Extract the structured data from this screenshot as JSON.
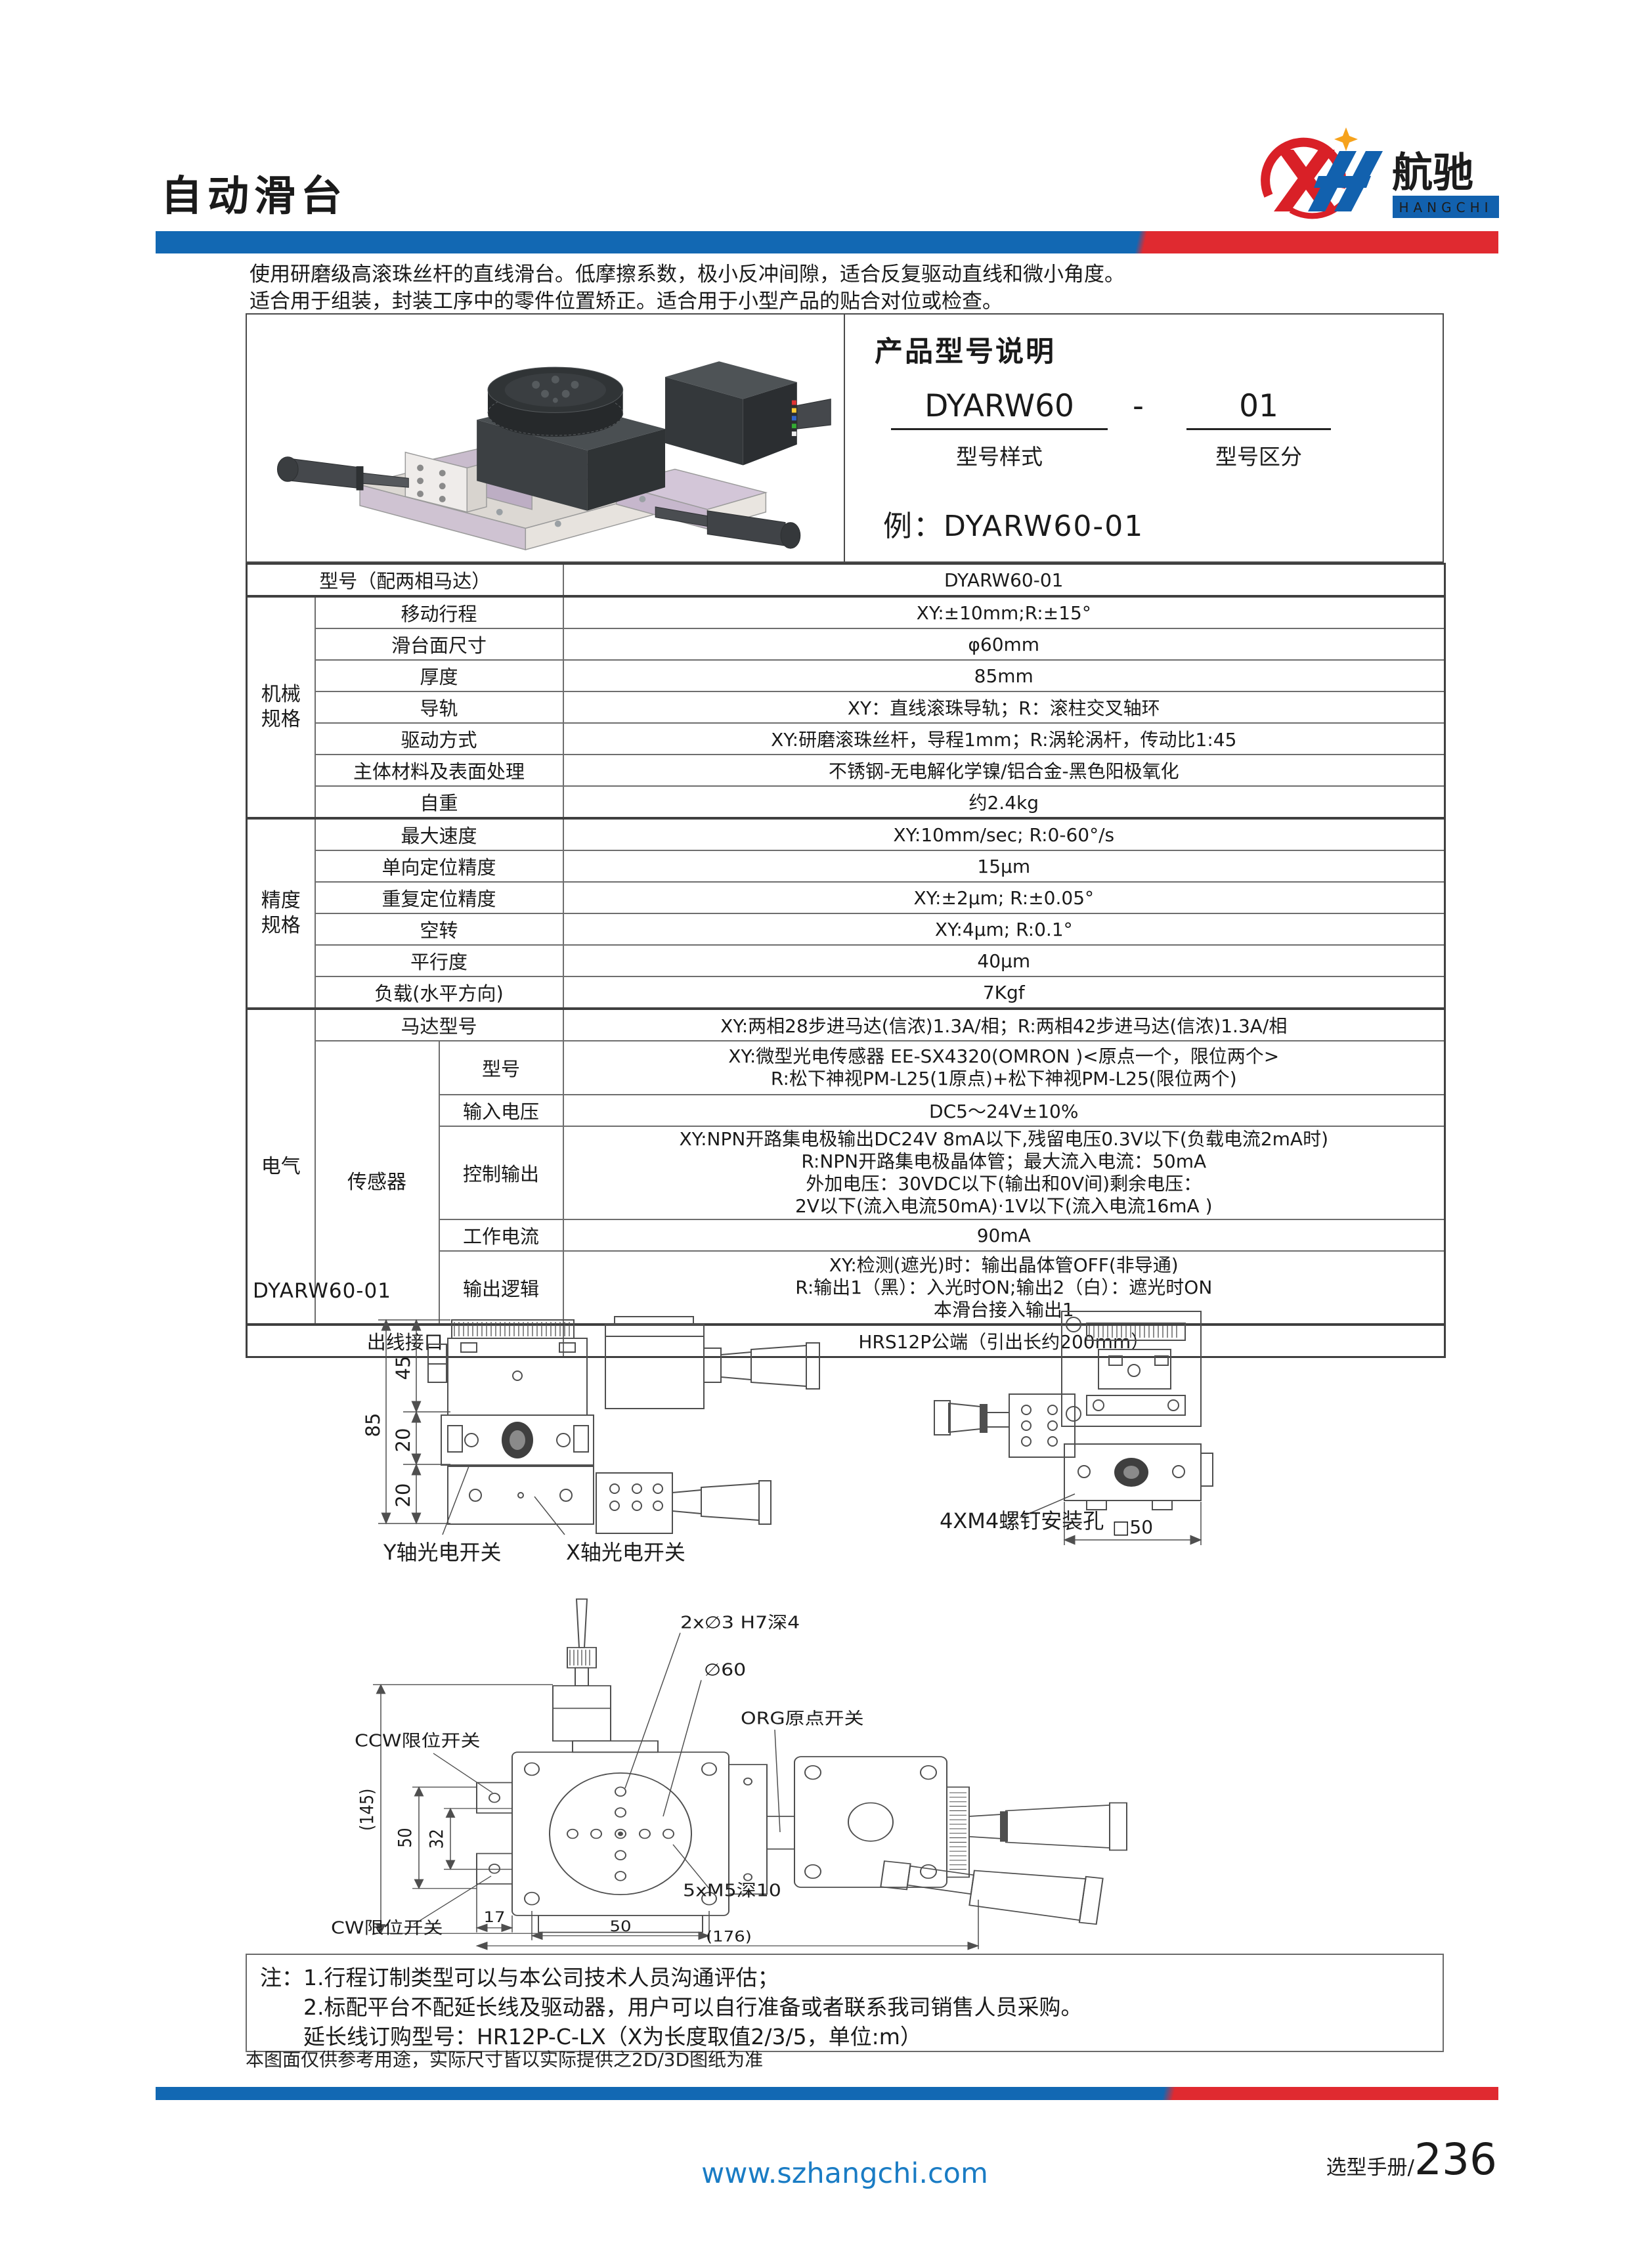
{
  "header": {
    "title": "自动滑台",
    "logo_cn": "航驰",
    "logo_en": "HANGCHI"
  },
  "intro": {
    "line1": "使用研磨级高滚珠丝杆的直线滑台。低摩擦系数，极小反冲间隙，适合反复驱动直线和微小角度。",
    "line2": "适合用于组装，封装工序中的零件位置矫正。适合用于小型产品的贴合对位或检查。"
  },
  "model_box": {
    "heading": "产品型号说明",
    "series": "DYARW60",
    "dash": "-",
    "variant": "01",
    "series_label": "型号样式",
    "variant_label": "型号区分",
    "example": "例：DYARW60-01"
  },
  "table": {
    "model_row": {
      "label": "型号（配两相马达）",
      "value": "DYARW60-01"
    },
    "mech": {
      "group": "机械\n规格",
      "rows": [
        {
          "label": "移动行程",
          "value": "XY:±10mm;R:±15°"
        },
        {
          "label": "滑台面尺寸",
          "value": "φ60mm"
        },
        {
          "label": "厚度",
          "value": "85mm"
        },
        {
          "label": "导轨",
          "value": "XY：直线滚珠导轨；R：滚柱交叉轴环"
        },
        {
          "label": "驱动方式",
          "value": "XY:研磨滚珠丝杆，导程1mm；R:涡轮涡杆，传动比1:45"
        },
        {
          "label": "主体材料及表面处理",
          "value": "不锈钢-无电解化学镍/铝合金-黑色阳极氧化"
        },
        {
          "label": "自重",
          "value": "约2.4kg"
        }
      ]
    },
    "prec": {
      "group": "精度\n规格",
      "rows": [
        {
          "label": "最大速度",
          "value": "XY:10mm/sec; R:0-60°/s"
        },
        {
          "label": "单向定位精度",
          "value": "15μm"
        },
        {
          "label": "重复定位精度",
          "value": "XY:±2μm; R:±0.05°"
        },
        {
          "label": "空转",
          "value": "XY:4μm; R:0.1°"
        },
        {
          "label": "平行度",
          "value": "40μm"
        },
        {
          "label": "负载(水平方向)",
          "value": "7Kgf"
        }
      ]
    },
    "elec": {
      "group": "电气",
      "motor": {
        "label": "马达型号",
        "value": "XY:两相28步进马达(信浓)1.3A/相；R:两相42步进马达(信浓)1.3A/相"
      },
      "sensor": {
        "group": "传感器",
        "rows": [
          {
            "label": "型号",
            "lines": [
              "XY:微型光电传感器  EE-SX4320(OMRON )<原点一个，限位两个>",
              "R:松下神视PM-L25(1原点)+松下神视PM-L25(限位两个)"
            ]
          },
          {
            "label": "输入电压",
            "lines": [
              "DC5～24V±10%"
            ]
          },
          {
            "label": "控制输出",
            "lines": [
              "XY:NPN开路集电极输出DC24V  8mA以下,残留电压0.3V以下(负载电流2mA时)",
              "R:NPN开路集电极晶体管；最大流入电流：50mA",
              "外加电压：30VDC以下(输出和0V间)剩余电压：",
              "2V以下(流入电流50mA)·1V以下(流入电流16mA )"
            ]
          },
          {
            "label": "工作电流",
            "lines": [
              "90mA"
            ]
          },
          {
            "label": "输出逻辑",
            "lines": [
              "XY:检测(遮光)时：输出晶体管OFF(非导通)",
              "R:输出1（黑）：入光时ON;输出2（白）：遮光时ON",
              "本滑台接入输出1"
            ]
          }
        ]
      }
    },
    "outlet": {
      "label": "出线接口",
      "value": "HRS12P公端（引出长约200mm）"
    }
  },
  "drawings": {
    "section_label": "DYARW60-01",
    "side_view": {
      "dim_total": "85",
      "dim_top": "45",
      "dim_mid": "20",
      "dim_bot": "20",
      "label_y": "Y轴光电开关",
      "label_x": "X轴光电开关"
    },
    "top_right_view": {
      "label_screw": "4XM4螺钉安装孔",
      "dim_square": "□50"
    },
    "front_view": {
      "dim_height": "(145)",
      "dim_50v": "50",
      "dim_32": "32",
      "dim_17": "17",
      "dim_50h": "50",
      "dim_total": "(176)",
      "callout_pin": "2x∅3 H7深4",
      "callout_dia": "∅60",
      "callout_org": "ORG原点开关",
      "callout_ccw": "CCW限位开关",
      "callout_cw": "CW限位开关",
      "callout_m5": "5xM5深10"
    }
  },
  "notes": {
    "prefix": "注：",
    "line1": "1.行程订制类型可以与本公司技术人员沟通评估；",
    "line2": "2.标配平台不配延长线及驱动器，用户可以自行准备或者联系我司销售人员采购。",
    "line3": "延长线订购型号：HR12P-C-LX（X为长度取值2/3/5，单位:m）",
    "disclaimer": "本图面仅供参考用途，实际尺寸皆以实际提供之2D/3D图纸为准"
  },
  "footer": {
    "website": "www.szhangchi.com",
    "catalog": "选型手册/",
    "page": "236"
  },
  "colors": {
    "blue": "#1268b3",
    "red": "#e02a30",
    "logo_blue": "#1261ae",
    "logo_red": "#d92027",
    "star_orange": "#f6a21c",
    "link_blue": "#1a7cc4"
  }
}
